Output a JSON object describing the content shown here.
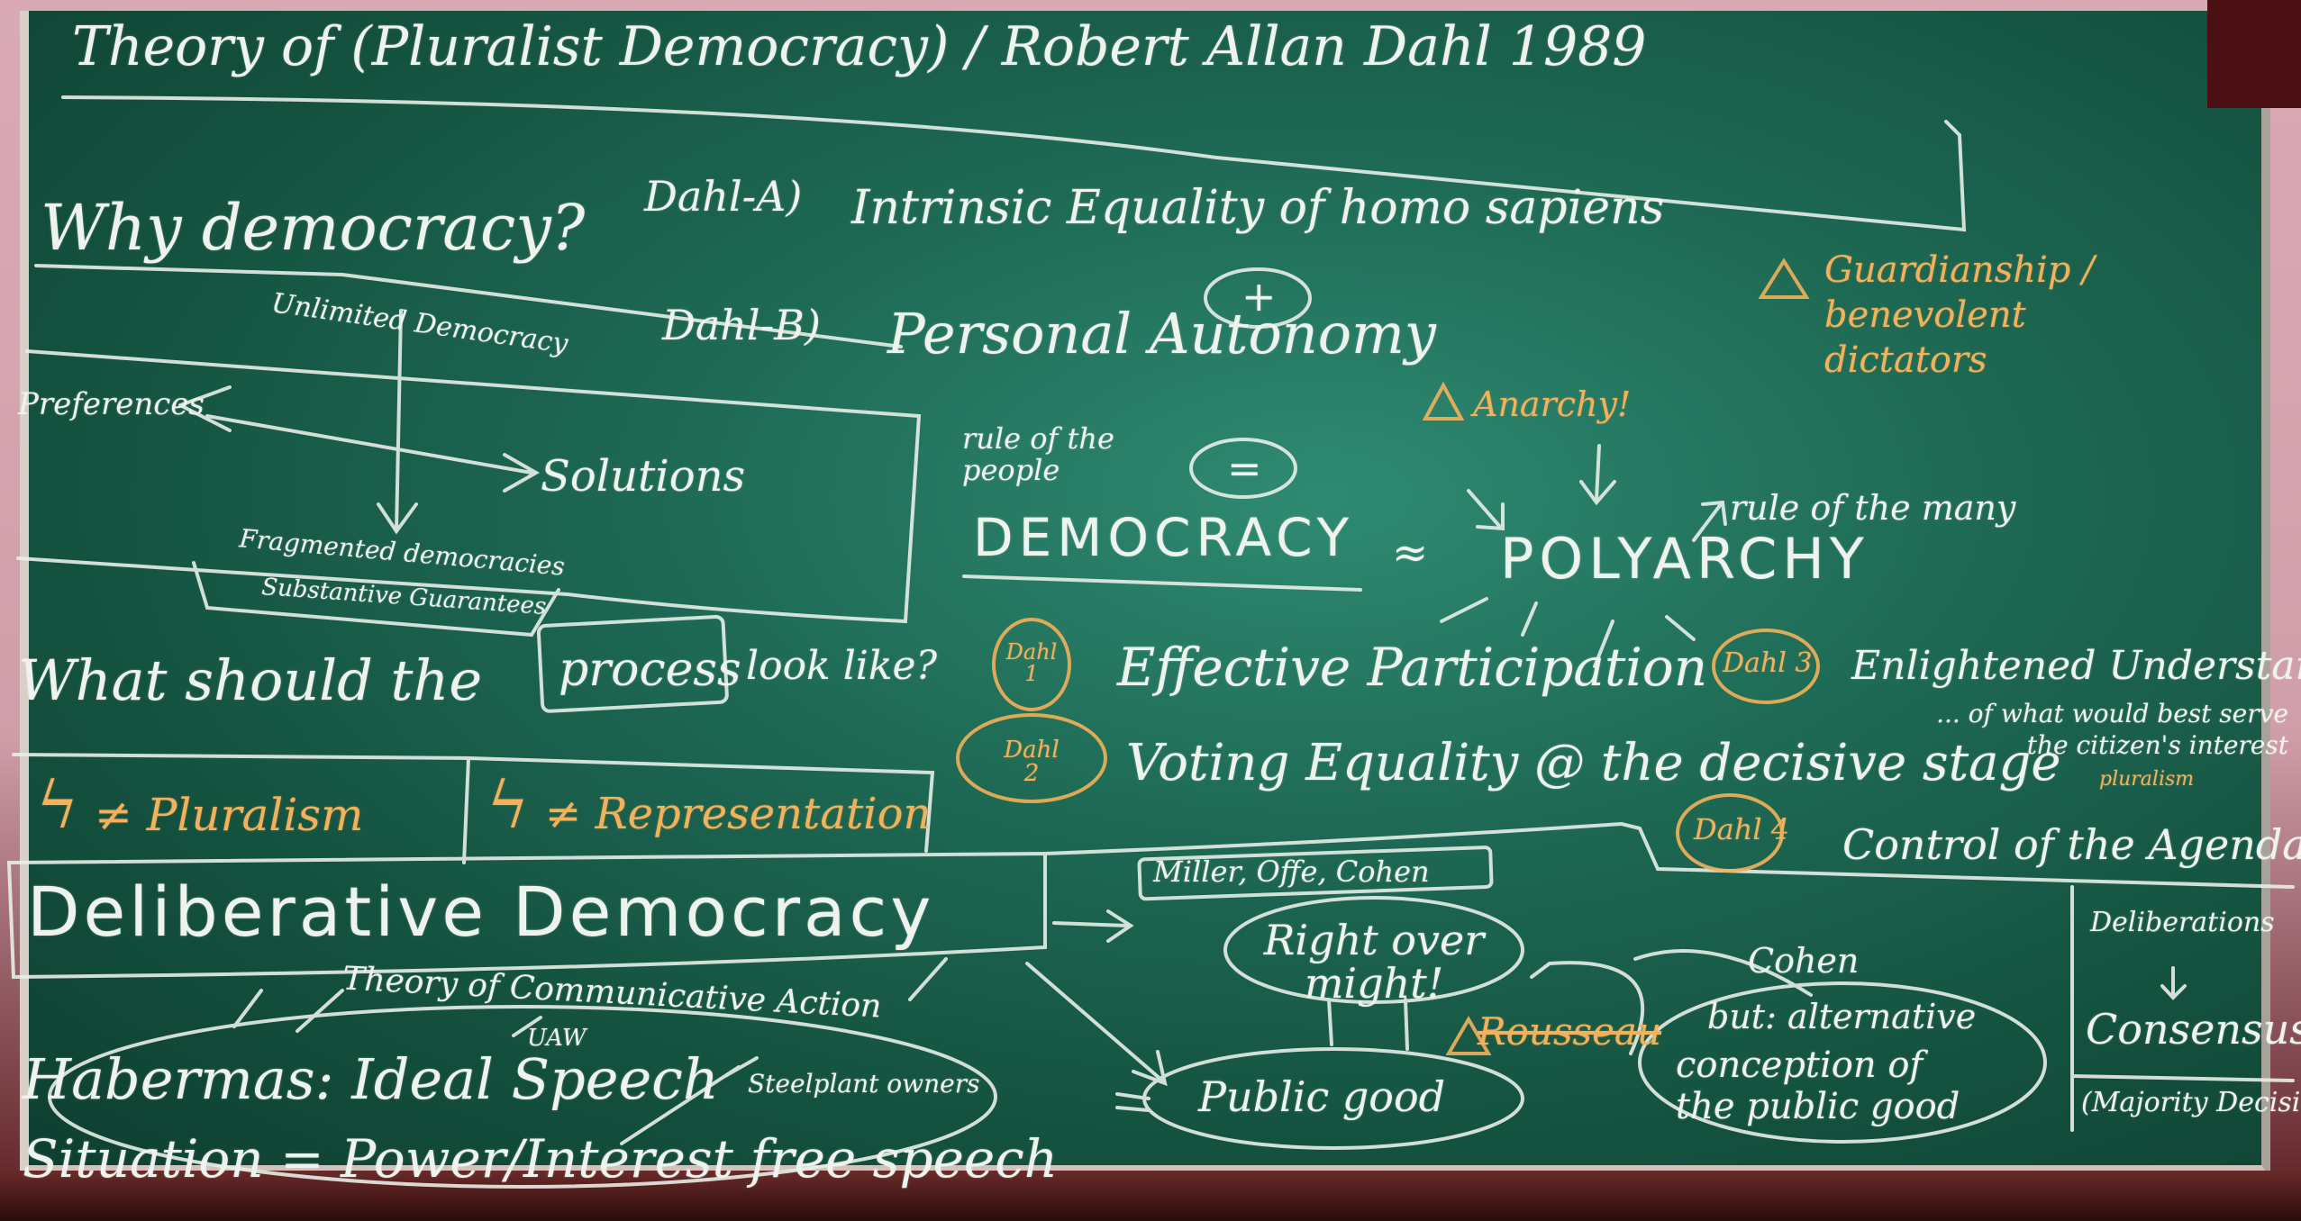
{
  "title": "Theory of (Pluralist Democracy) / Robert Allan Dahl 1989",
  "why_democracy": "Why democracy?",
  "dahl_a_tag": "Dahl-A)",
  "dahl_a": "Intrinsic Equality of homo sapiens",
  "dahl_b_tag": "Dahl-B)",
  "dahl_b": "Personal Autonomy",
  "guardianship": "Guardianship / benevolent dictators",
  "anarchy": "Anarchy!",
  "unlimited_democracy": "Unlimited Democracy",
  "preferences": "Preferences",
  "solutions": "Solutions",
  "fragmented": "Fragmented democracies",
  "substantive": "Substantive Guarantees",
  "rule_people": "rule of the people",
  "democracy": "DEMOCRACY",
  "approx": "≈",
  "polyarchy": "POLYARCHY",
  "rule_many": "rule of the many",
  "what_should": "What should the",
  "process": "process",
  "look_like": "look like?",
  "dahl1_tag": "Dahl 1",
  "dahl1": "Effective Participation",
  "dahl2_tag": "Dahl 2",
  "dahl2": "Voting Equality @ the decisive stage",
  "dahl3_tag": "Dahl 3",
  "dahl3": "Enlightened Understanding",
  "dahl3_sub": "... of what would best serve the citizen's interest",
  "pluralism_note": "pluralism",
  "dahl4_tag": "Dahl 4",
  "dahl4": "Control of the Agenda",
  "neq_pluralism": "≠ Pluralism",
  "neq_representation": "≠ Representation",
  "deliberative": "Deliberative Democracy",
  "miller": "Miller, Offe, Cohen",
  "right_over_might": "Right over might!",
  "public_good": "Public good",
  "rousseau": "Rousseau",
  "cohen": "Cohen",
  "but_alt": "but: alternative",
  "conception": "conception of the public good",
  "theory_comm": "Theory of Communicative Action",
  "habermas": "Habermas: Ideal Speech",
  "uaw": "UAW",
  "steelplant": "Steelplant owners",
  "situation": "Situation = Power/Interest free speech",
  "deliberations": "Deliberations",
  "consensus": "Consensus",
  "majority": "(Majority Decision)",
  "plus_sign": "+",
  "equals_sign": "=",
  "warning_icon": "⚠",
  "bolt_icon": "ϟ",
  "colors": {
    "chalk": "#eef3ee",
    "orange_chalk": "#f2b15a",
    "board": "#1e6a55"
  }
}
